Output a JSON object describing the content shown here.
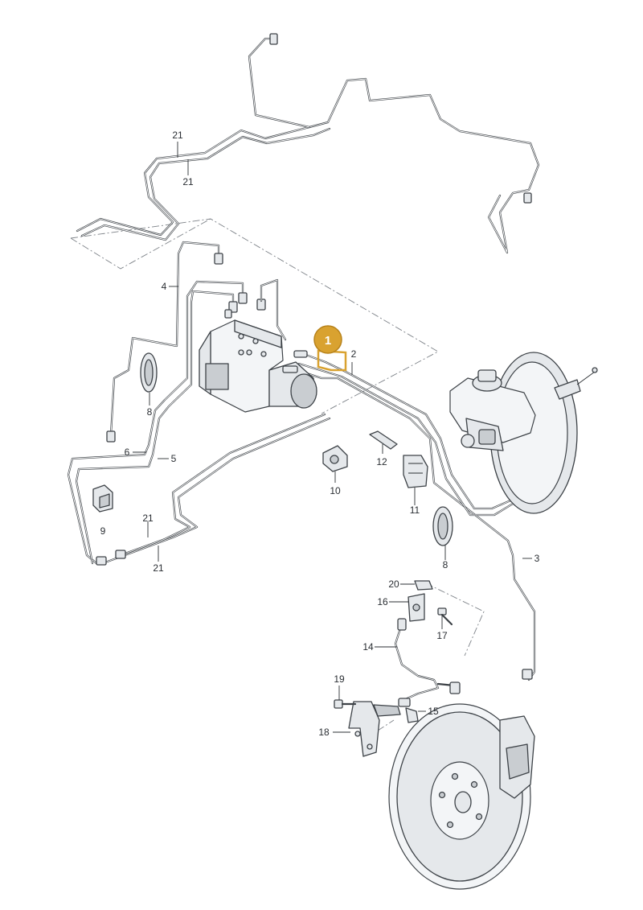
{
  "labels": {
    "l1": "1",
    "l2": "2",
    "l3": "3",
    "l4": "4",
    "l5": "5",
    "l6": "6",
    "l8a": "8",
    "l8b": "8",
    "l9": "9",
    "l10": "10",
    "l11": "11",
    "l12": "12",
    "l14": "14",
    "l15": "15",
    "l16": "16",
    "l17": "17",
    "l18": "18",
    "l19": "19",
    "l20": "20",
    "l21a": "21",
    "l21b": "21",
    "l21c": "21",
    "l21d": "21"
  },
  "colors": {
    "highlight": "#d9a230",
    "line": "#3d4247"
  }
}
